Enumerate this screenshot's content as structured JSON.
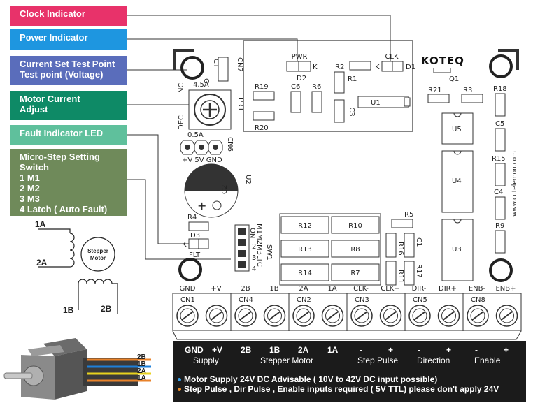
{
  "callouts": {
    "clock": {
      "lines": [
        "Clock Indicator"
      ],
      "color": "#e8326a"
    },
    "power": {
      "lines": [
        "Power Indicator"
      ],
      "color": "#1e96e0"
    },
    "current_test": {
      "lines": [
        "Current Set Test  Point",
        "Test point (Voltage)"
      ],
      "color": "#5a6dbb"
    },
    "motor_current": {
      "lines": [
        "Motor Current",
        "Adjust"
      ],
      "color": "#0e8a66"
    },
    "fault": {
      "lines": [
        "Fault Indicator LED"
      ],
      "color": "#5fc09c"
    },
    "microstep": {
      "lines": [
        "Micro-Step Setting",
        "Switch",
        "1 M1",
        "2 M2",
        "3 M3",
        "4 Latch ( Auto Fault)"
      ],
      "color": "#6f8a5a"
    }
  },
  "board": {
    "logo": "KOTEQ",
    "website": "www.cutelemon.com",
    "pot_label": "4.5A",
    "inc_label": "INC",
    "dec_label": "DEC",
    "pr1": "PR1",
    "cn7": "CN7",
    "g": "G",
    "ct": "CT",
    "pwr": "PWR",
    "clk": "CLK",
    "k1": "K",
    "k2": "K",
    "k3": "K",
    "d1": "D1",
    "d2": "D2",
    "d3": "D3",
    "q1": "Q1",
    "r1": "R1",
    "r2": "R2",
    "r3": "R3",
    "r4": "R4",
    "r5": "R5",
    "r6": "R6",
    "r7": "R7",
    "r8": "R8",
    "r9": "R9",
    "r10": "R10",
    "r11": "R11",
    "r12": "R12",
    "r13": "R13",
    "r14": "R14",
    "r15": "R15",
    "r16": "R16",
    "r17": "R17",
    "r18": "R18",
    "r19": "R19",
    "r20": "R20",
    "r21": "R21",
    "c1": "C1",
    "c2": "C2",
    "c3": "C3",
    "c4": "C4",
    "c5": "C5",
    "c6": "C6",
    "u1": "U1",
    "u2": "U2",
    "u3": "U3",
    "u4": "U4",
    "u5": "U5",
    "cn6": "CN6",
    "cn6_value": "0.5A",
    "cn6_pins": "+V 5V GND",
    "flt": "FLT",
    "sw1": "SW1",
    "sw_side": "M1M2M3LTC",
    "on": "ON",
    "sw_nums": [
      "1",
      "2",
      "3",
      "4"
    ],
    "terminal_labels": [
      "GND",
      "+V",
      "2B",
      "1B",
      "2A",
      "1A",
      "CLK-",
      "CLK+",
      "DIR-",
      "DIR+",
      "ENB-",
      "ENB+"
    ],
    "connectors": [
      "CN1",
      "CN4",
      "CN2",
      "CN3",
      "CN5",
      "CN8"
    ]
  },
  "panel": {
    "pins": [
      "GND",
      "+V",
      "2B",
      "1B",
      "2A",
      "1A",
      "-",
      "+",
      "-",
      "+",
      "-",
      "+"
    ],
    "groups": [
      "Supply",
      "Stepper Motor",
      "Step Pulse",
      "Direction",
      "Enable"
    ],
    "note1": "Motor Supply 24V DC Advisable  ( 10V to 42V DC input possible)",
    "note2": "Step Pulse , Dir Pulse , Enable inputs required ( 5V TTL) please don't apply 24V",
    "note1_dot": "#3aa0e8",
    "note2_dot": "#e88a2a"
  },
  "schematic": {
    "c1a": "1A",
    "c2a": "2A",
    "c1b": "1B",
    "c2b": "2B",
    "motor_line1": "Stepper",
    "motor_line2": "Motor"
  },
  "wires": [
    {
      "label": "2B",
      "color": "#e8822a"
    },
    {
      "label": "1B",
      "color": "#1e7fd8"
    },
    {
      "label": "2A",
      "color": "#e8d21e"
    },
    {
      "label": "1A",
      "color": "#e8822a"
    }
  ]
}
